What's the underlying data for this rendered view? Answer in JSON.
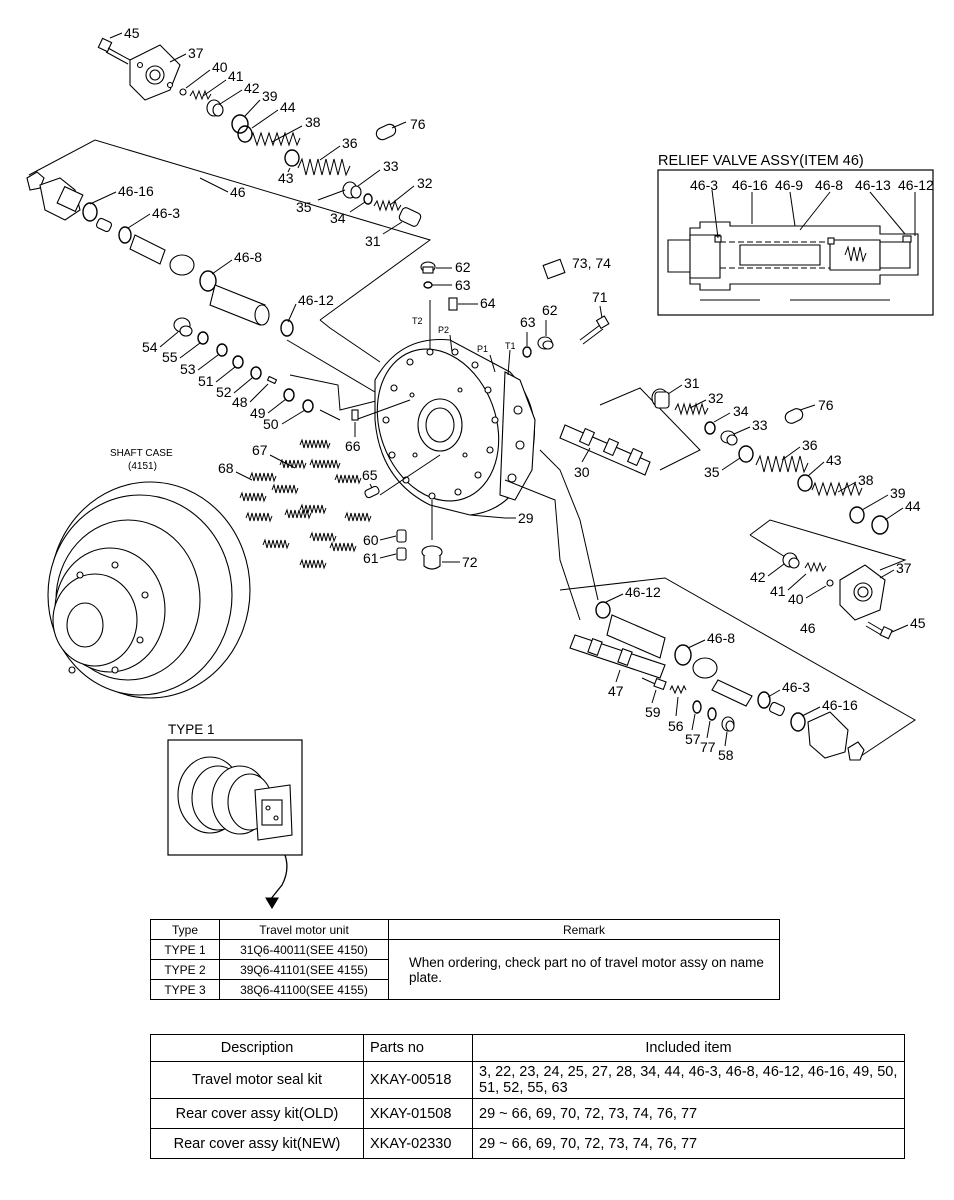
{
  "relief_valve_title": "RELIEF VALVE ASSY(ITEM 46)",
  "relief_valve_labels": [
    "46-3",
    "46-16",
    "46-9",
    "46-8",
    "46-13",
    "46-12"
  ],
  "shaft_case_label": "SHAFT CASE",
  "shaft_case_ref": "(4151)",
  "type1_label": "TYPE 1",
  "port_labels": [
    "T2",
    "P2",
    "P1",
    "T1"
  ],
  "callouts": {
    "c45a": "45",
    "c37a": "37",
    "c40a": "40",
    "c41a": "41",
    "c42a": "42",
    "c39a": "39",
    "c44a": "44",
    "c38a": "38",
    "c76a": "76",
    "c36a": "36",
    "c43a": "43",
    "c33a": "33",
    "c35a": "35",
    "c32a": "32",
    "c34a": "34",
    "c31a": "31",
    "c46_16a": "46-16",
    "c46a": "46",
    "c46_3a": "46-3",
    "c46_8a": "46-8",
    "c46_12a": "46-12",
    "c62a": "62",
    "c63a": "63",
    "c64": "64",
    "c7374": "73, 74",
    "c71": "71",
    "c63b": "63",
    "c62b": "62",
    "c54": "54",
    "c55": "55",
    "c53": "53",
    "c51": "51",
    "c52": "52",
    "c48": "48",
    "c49": "49",
    "c50": "50",
    "c66": "66",
    "c67": "67",
    "c68": "68",
    "c65": "65",
    "c60": "60",
    "c61": "61",
    "c72": "72",
    "c29": "29",
    "c30": "30",
    "c31b": "31",
    "c32b": "32",
    "c34b": "34",
    "c33b": "33",
    "c35b": "35",
    "c76b": "76",
    "c36b": "36",
    "c43b": "43",
    "c38b": "38",
    "c39b": "39",
    "c44b": "44",
    "c37b": "37",
    "c42b": "42",
    "c41b": "41",
    "c40b": "40",
    "c45b": "45",
    "c46_12b": "46-12",
    "c46b": "46",
    "c46_8b": "46-8",
    "c46_3b": "46-3",
    "c46_16b": "46-16",
    "c47": "47",
    "c59": "59",
    "c56": "56",
    "c57": "57",
    "c77": "77",
    "c58": "58"
  },
  "type_table": {
    "headers": [
      "Type",
      "Travel motor unit",
      "Remark"
    ],
    "rows": [
      {
        "type": "TYPE 1",
        "unit": "31Q6-40011(SEE 4150)"
      },
      {
        "type": "TYPE 2",
        "unit": "39Q6-41101(SEE 4155)"
      },
      {
        "type": "TYPE 3",
        "unit": "38Q6-41100(SEE 4155)"
      }
    ],
    "remark": "When ordering, check part no of travel motor assy on name plate."
  },
  "kit_table": {
    "headers": [
      "Description",
      "Parts no",
      "Included item"
    ],
    "rows": [
      {
        "description": "Travel motor seal kit",
        "parts_no": "XKAY-00518",
        "items": "3, 22, 23, 24, 25, 27, 28, 34, 44, 46-3, 46-8, 46-12, 46-16, 49, 50, 51, 52, 55, 63"
      },
      {
        "description": "Rear cover assy kit(OLD)",
        "parts_no": "XKAY-01508",
        "items": "29 ~ 66, 69, 70, 72, 73, 74, 76, 77"
      },
      {
        "description": "Rear cover assy kit(NEW)",
        "parts_no": "XKAY-02330",
        "items": "29 ~ 66, 69, 70, 72, 73, 74, 76, 77"
      }
    ]
  }
}
